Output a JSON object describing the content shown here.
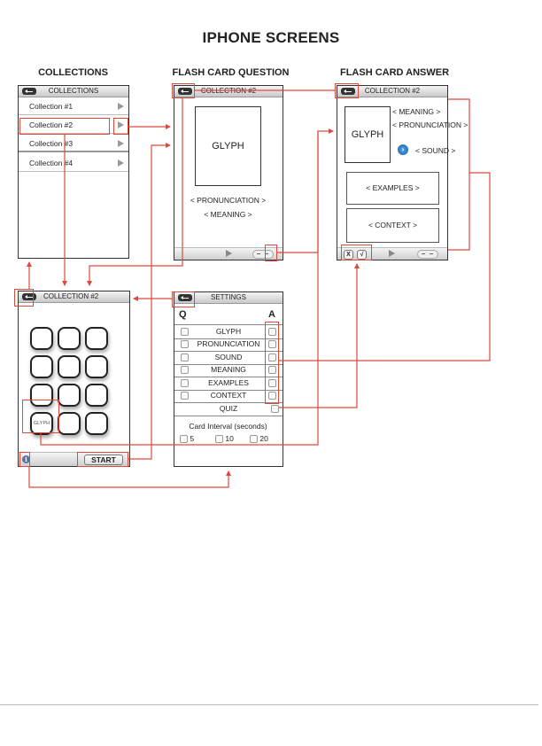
{
  "page_title": "IPHONE SCREENS",
  "sections": {
    "collections": "COLLECTIONS",
    "question": "FLASH CARD QUESTION",
    "answer": "FLASH CARD ANSWER"
  },
  "collections_screen": {
    "nav_title": "COLLECTIONS",
    "items": [
      {
        "label": "Collection #1"
      },
      {
        "label": "Collection #2"
      },
      {
        "label": "Collection #3"
      },
      {
        "label": "Collection #4"
      }
    ]
  },
  "question_screen": {
    "nav_title": "COLLECTION #2",
    "glyph": "GLYPH",
    "pronunciation": "< PRONUNCIATION >",
    "meaning": "< MEANING >"
  },
  "answer_screen": {
    "nav_title": "COLLECTION #2",
    "glyph": "GLYPH",
    "meaning": "< MEANING >",
    "pronunciation": "< PRONUNCIATION >",
    "sound": "< SOUND >",
    "examples": "< EXAMPLES >",
    "context": "< CONTEXT >",
    "wrong_label": "X",
    "right_label": "√",
    "sound_icon_glyph": "›"
  },
  "grid_screen": {
    "nav_title": "COLLECTION #2",
    "tile_glyph": "GLYPH",
    "start_label": "START",
    "info_glyph": "i"
  },
  "settings_screen": {
    "nav_title": "SETTINGS",
    "q_header": "Q",
    "a_header": "A",
    "rows": [
      {
        "label": "GLYPH"
      },
      {
        "label": "PRONUNCIATION"
      },
      {
        "label": "SOUND"
      },
      {
        "label": "MEANING"
      },
      {
        "label": "EXAMPLES"
      },
      {
        "label": "CONTEXT"
      }
    ],
    "quiz_label": "QUIZ",
    "interval_label": "Card Interval (seconds)",
    "interval_options": [
      {
        "label": "5"
      },
      {
        "label": "10"
      },
      {
        "label": "20"
      }
    ]
  },
  "colors": {
    "connector": "#e0483a",
    "frame": "#333333"
  }
}
